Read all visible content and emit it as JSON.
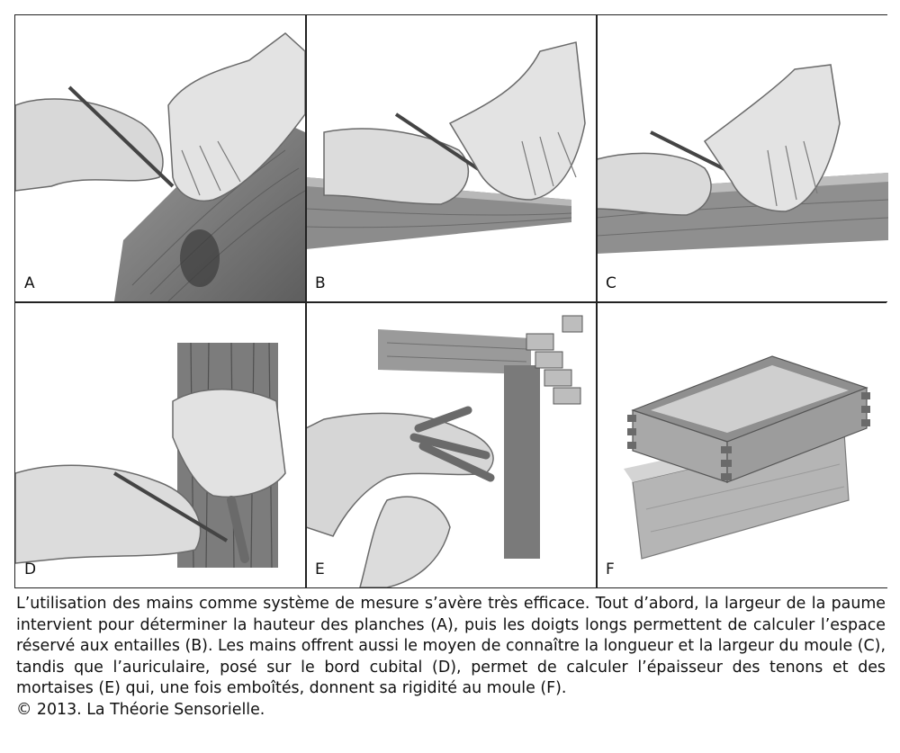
{
  "panels": [
    {
      "letter": "A",
      "scene": "hand-measuring-board-width-icon"
    },
    {
      "letter": "B",
      "scene": "fingers-marking-notch-spacing-icon"
    },
    {
      "letter": "C",
      "scene": "hand-measuring-mold-length-icon"
    },
    {
      "letter": "D",
      "scene": "little-finger-on-ulnar-edge-icon"
    },
    {
      "letter": "E",
      "scene": "interlocked-fingers-tenons-icon"
    },
    {
      "letter": "F",
      "scene": "assembled-mold-on-block-icon"
    }
  ],
  "caption": {
    "text": "L’utilisation des mains comme système de mesure s’avère très efficace. Tout d’abord, la largeur de la paume intervient pour déterminer la hauteur des planches (A), puis les doigts longs permettent de calculer l’espace réservé aux entailles (B). Les mains offrent aussi le moyen de connaître la longueur et la largeur du moule (C), tandis que l’auriculaire, posé sur le bord cubital (D), permet de calculer l’épaisseur des tenons et des mortaises (E) qui, une fois emboîtés, donnent sa rigidité au moule (F).",
    "copyright": "© 2013. La Théorie Sensorielle."
  }
}
